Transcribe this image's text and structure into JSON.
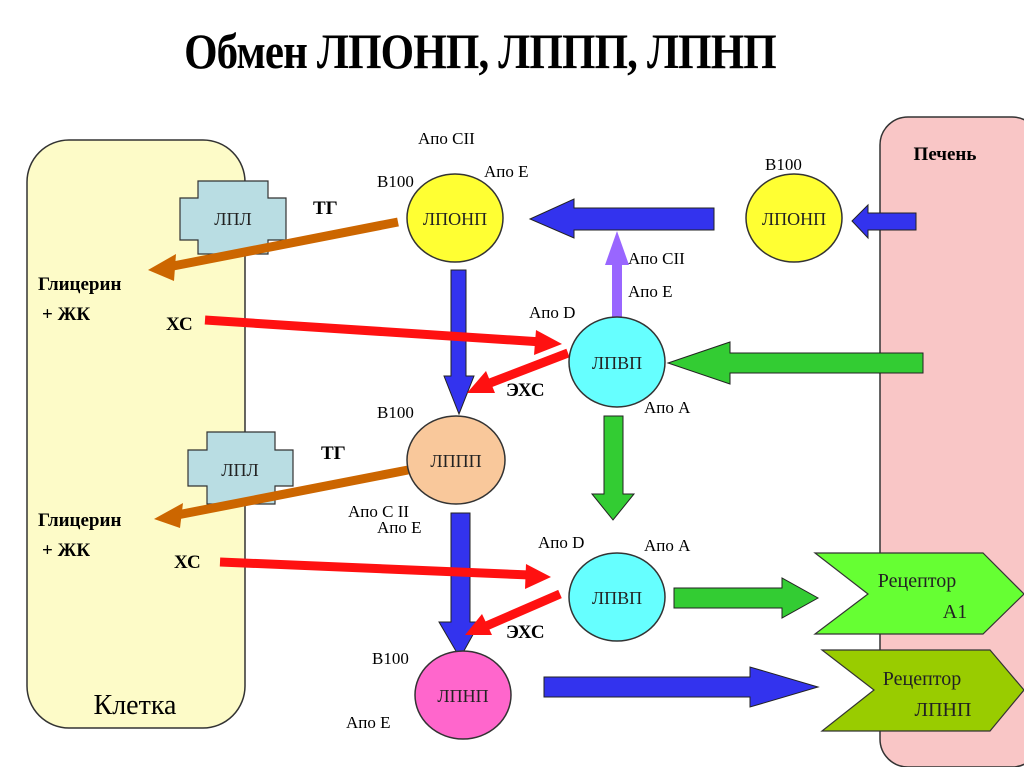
{
  "title": "Обмен ЛПОНП, ЛППП, ЛПНП",
  "colors": {
    "cell_fill": "#fdfbc8",
    "liver_fill": "#f9c6c6",
    "lpl_fill": "#b9dde3",
    "vldl_fill": "#ffff33",
    "idl_fill": "#f9c89b",
    "hdl_fill": "#66ffff",
    "ldl_fill": "#ff66cc",
    "arrow_blue": "#3333ee",
    "arrow_red": "#ff1111",
    "arrow_green": "#33cc33",
    "arrow_orange": "#cc6600",
    "arrow_violet": "#9966ff",
    "receptor_a1_fill": "#66ff33",
    "receptor_ldl_fill": "#99cc00"
  },
  "compartments": {
    "cell": "Клетка",
    "liver": "Печень"
  },
  "enzymes": {
    "lpl_top": "ЛПЛ",
    "lpl_bottom": "ЛПЛ"
  },
  "particles": {
    "vldl_main": "ЛПОНП",
    "vldl_liver": "ЛПОНП",
    "hdl_top": "ЛПВП",
    "idl": "ЛППП",
    "hdl_bottom": "ЛПВП",
    "ldl": "ЛПНП"
  },
  "labels": {
    "apo_cii_top": "Апо СII",
    "apo_e_top": "Апо Е",
    "b100_vldl": "В100",
    "b100_liver": "В100",
    "tg_top": "ТГ",
    "glycerin_top": "Глицерин",
    "fa_top": "+ ЖК",
    "xc_top": "ХС",
    "apo_cii_mid": "Апо СII",
    "apo_e_mid": "Апо Е",
    "apo_d_top": "Апо D",
    "exs_top": "ЭХС",
    "apo_a_top": "Апо А",
    "b100_idl": "В100",
    "tg_bottom": "ТГ",
    "glycerin_bottom": "Глицерин",
    "fa_bottom": "+ ЖК",
    "apo_cii_idl": "Апо С II",
    "apo_e_idl": "Апо Е",
    "xc_bottom": "ХС",
    "apo_d_bottom": "Апо D",
    "apo_a_bottom": "Апо А",
    "exs_bottom": "ЭХС",
    "b100_ldl": "В100",
    "apo_e_ldl": "Апо Е"
  },
  "receptors": {
    "a1_line1": "Рецептор",
    "a1_line2": "А1",
    "ldl_line1": "Рецептор",
    "ldl_line2": "ЛПНП"
  }
}
